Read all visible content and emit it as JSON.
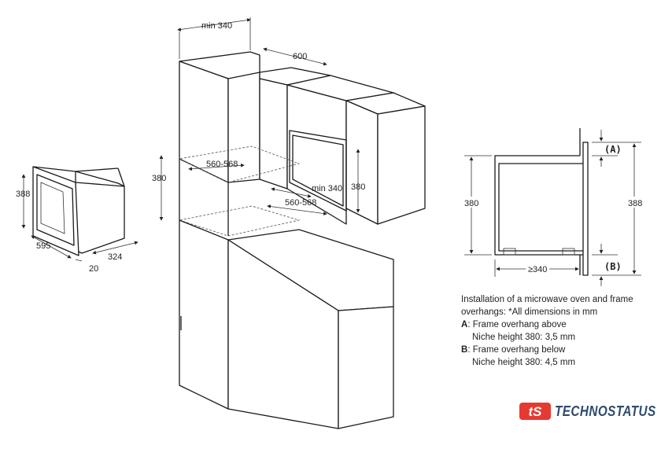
{
  "left_unit": {
    "height_label": "388",
    "width_label": "595",
    "depth_label": "324",
    "frame_label": "20"
  },
  "cabinet": {
    "min_depth_top_label": "min 340",
    "depth_label": "600",
    "niche_width_label_1": "560-568",
    "niche_height_label_1": "380",
    "niche_min_depth_label": "min 340",
    "niche_height_label_2": "380",
    "niche_width_label_2": "560-568"
  },
  "section": {
    "niche_height_label": "380",
    "total_height_label": "388",
    "depth_label": "≥340",
    "overhang_a_label": "(A)",
    "overhang_b_label": "(B)"
  },
  "notes": {
    "line1": "Installation of a microwave oven and frame",
    "line2": "overhangs: *All dimensions in mm",
    "a_key": "A",
    "a_text": ": Frame overhang above",
    "a_detail": "Niche height 380: 3,5 mm",
    "b_key": "B",
    "b_text": ": Frame overhang below",
    "b_detail": "Niche height 380: 4,5 mm"
  },
  "logo": {
    "mark": "tS",
    "name": "TECHNOSTATUS",
    "color": "#e53a32"
  }
}
